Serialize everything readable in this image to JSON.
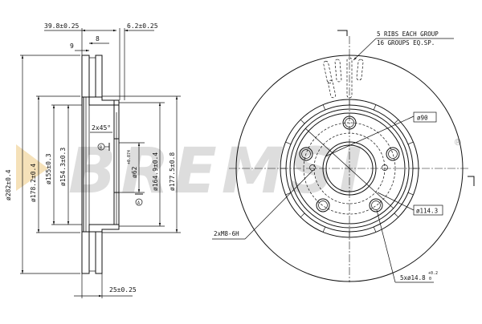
{
  "drawing": {
    "title": "Brake disc technical drawing",
    "brand_watermark": "BREMSI",
    "registered_mark": "®",
    "watermark_colors": {
      "text": "#cfcfcf",
      "arrow": "#f3d9a8"
    }
  },
  "side_view": {
    "dimensions": {
      "overall_height": "39.8±0.25",
      "hat_thickness": "6.2±0.25",
      "outer_plate": "9",
      "vent_gap": "8",
      "chamfer": "2x45°",
      "disc_thickness": "25±0.25",
      "diameter_outer": "ø282±0.4",
      "diameter_178": "ø178.2±0.4",
      "diameter_155": "ø155±0.3",
      "diameter_154": "ø154.3±0.3",
      "diameter_center_bore": "ø62",
      "center_bore_tol_upper": "+0.074",
      "center_bore_tol_lower": "0",
      "diameter_164": "ø164.9±0.4",
      "diameter_177": "ø177.5±0.8"
    },
    "datum_labels": {
      "b": "B",
      "a": "A"
    }
  },
  "front_view": {
    "rib_note_line1": "5 RIBS EACH GROUP",
    "rib_note_line2": "16 GROUPS EQ.SP.",
    "hub_diameter": "ø90",
    "pcd": "ø114.3",
    "thread_holes": "2xM8-6H",
    "bolt_holes": "5xø14.8",
    "bolt_holes_tol_upper": "+0.2",
    "bolt_holes_tol_lower": "0"
  }
}
